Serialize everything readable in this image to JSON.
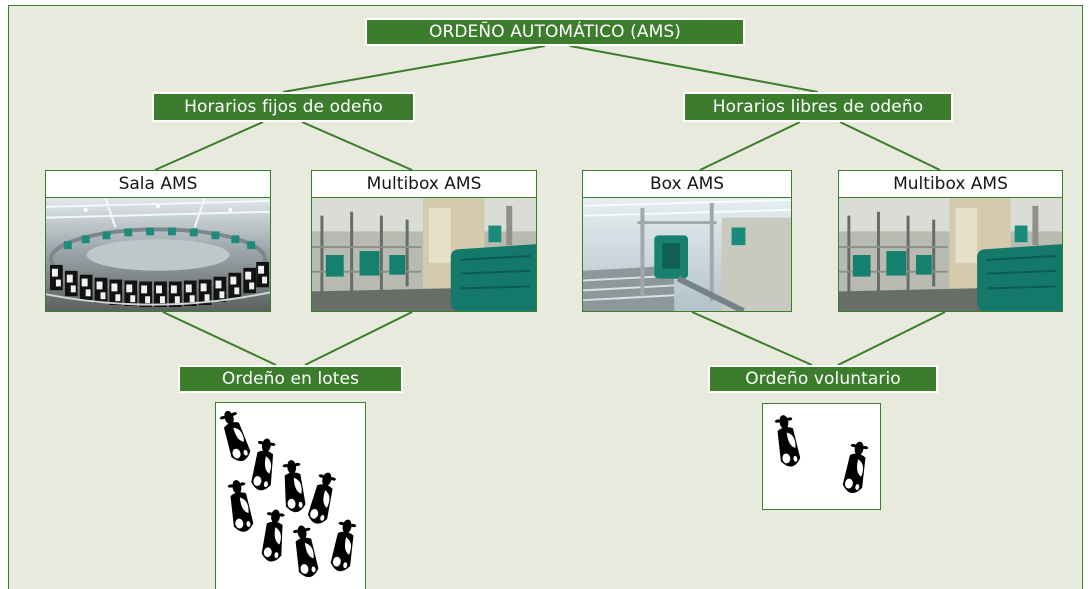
{
  "title": "ORDEÑO AUTOMÁTICO (AMS)",
  "branches": [
    {
      "label": "Horarios fijos de odeño",
      "systems": [
        {
          "label": "Sala AMS"
        },
        {
          "label": "Multibox AMS"
        }
      ],
      "outcome": {
        "label": "Ordeño en lotes",
        "icon": "cow-group-icon"
      }
    },
    {
      "label": "Horarios libres de odeño",
      "systems": [
        {
          "label": "Box AMS"
        },
        {
          "label": "Multibox AMS"
        }
      ],
      "outcome": {
        "label": "Ordeño voluntario",
        "icon": "cow-pair-icon"
      }
    }
  ],
  "colors": {
    "accent": "#3c7c2d",
    "background": "#e7eadc",
    "label_text": "#ffffff"
  }
}
